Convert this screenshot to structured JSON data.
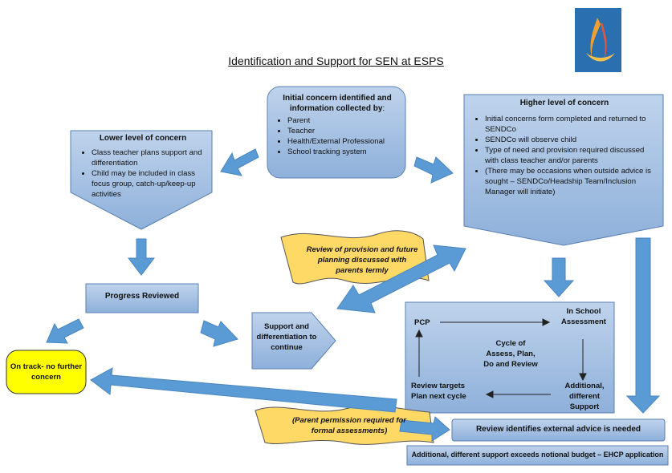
{
  "title": "Identification and Support for SEN at ESPS",
  "initial": {
    "heading": "Initial concern identified and information collected by",
    "colon": ":",
    "items": [
      "Parent",
      "Teacher",
      "Health/External Professional",
      "School tracking system"
    ]
  },
  "lower": {
    "heading": "Lower level of concern",
    "items": [
      "Class teacher plans support and differentiation",
      "Child may be included in class focus group, catch-up/keep-up activities"
    ]
  },
  "higher": {
    "heading": "Higher level of concern",
    "items": [
      "Initial concerns form completed and returned to SENDCo",
      "SENDCo will observe child",
      "Type of need and provision required discussed with class teacher and/or parents",
      "(There may be occasions when outside advice is sought – SENDCo/Headship Team/Inclusion Manager will initiate)"
    ]
  },
  "banner_review": "Review of provision and future planning discussed with parents termly",
  "progress": "Progress Reviewed",
  "support": "Support and differentiation to continue",
  "on_track": "On track- no further concern",
  "cycle": {
    "pcp": "PCP",
    "assessment": "In School Assessment",
    "center": "Cycle of Assess, Plan, Do and Review",
    "review_targets": "Review targets Plan next cycle",
    "additional": "Additional, different Support"
  },
  "banner_parent": "(Parent permission required for formal assessments)",
  "external": "Review identifies external advice is needed",
  "ehcp": "Additional, different support exceeds notional budget – EHCP application",
  "colors": {
    "box": "#9dbbe0",
    "arrow": "#5b9bd5",
    "banner": "#ffd966",
    "on_track": "#ffff00"
  }
}
